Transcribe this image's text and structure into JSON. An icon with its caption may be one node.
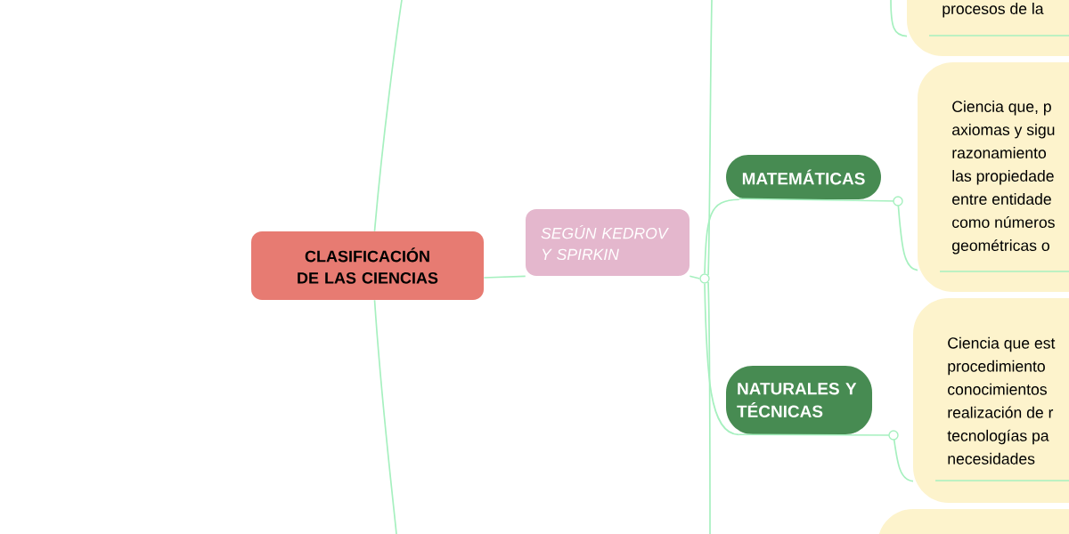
{
  "diagram": {
    "nodes": [
      {
        "text": [
          "CLASIFICACIÓN DE LAS CIENCIAS"
        ]
      },
      {
        "text": [
          "SEGÚN KEDROV Y SPIRKIN"
        ]
      },
      {
        "text": [],
        "shape": "circle"
      },
      {
        "text": [
          "procesos de la"
        ]
      },
      {
        "text": [
          "MATEMÁTICAS"
        ]
      },
      {
        "text": [
          "Ciencia que, p axiomas y sigu razonamiento las propiedade entre entidade como números geométricas o"
        ]
      },
      {
        "text": [
          "NATURALES Y TÉCNICAS"
        ]
      },
      {
        "text": [
          "Ciencia que est procedimiento conocimientos realización de r tecnologías pa necesidades"
        ]
      },
      {
        "text": [],
        "shape": "box"
      }
    ],
    "edges": [
      {
        "from": 0,
        "to": 1,
        "arrow": "none"
      },
      {
        "from": 1,
        "to": 2,
        "arrow": "none"
      },
      {
        "from": 2,
        "to": 4,
        "arrow": "none"
      },
      {
        "from": 4,
        "to": 5,
        "arrow": "none"
      },
      {
        "from": 2,
        "to": 6,
        "arrow": "none"
      },
      {
        "from": 6,
        "to": 7,
        "arrow": "none"
      },
      {
        "from": 2,
        "to": null,
        "arrow": "none"
      },
      {
        "from": 2,
        "to": null,
        "arrow": "none"
      },
      {
        "from": 0,
        "to": null,
        "arrow": "none"
      },
      {
        "from": 0,
        "to": null,
        "arrow": "none"
      },
      {
        "from": null,
        "to": 3,
        "arrow": "none"
      }
    ]
  }
}
